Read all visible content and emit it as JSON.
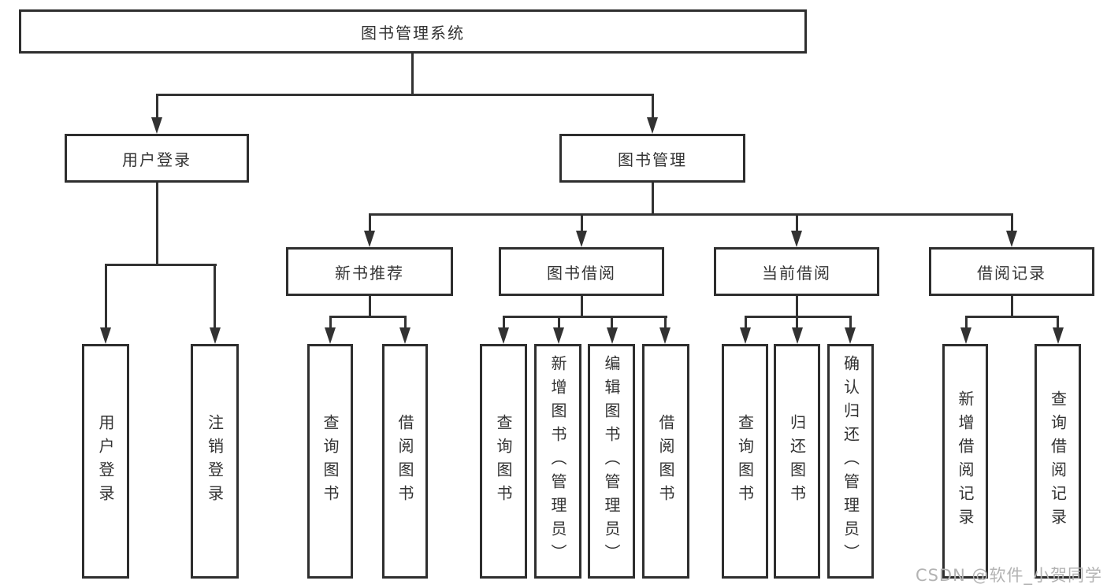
{
  "diagram_title": "图书管理系统",
  "watermark": "CSDN @软件_小贺同学",
  "colors": {
    "line": "#323232",
    "box_border": "#2e2e2e",
    "text": "#333333",
    "watermark": "#b3b3b3",
    "background": "#ffffff"
  },
  "tree": {
    "label": "图书管理系统",
    "children": [
      {
        "label": "用户登录",
        "children": [
          {
            "label": "用户登录"
          },
          {
            "label": "注销登录"
          }
        ]
      },
      {
        "label": "图书管理",
        "children": [
          {
            "label": "新书推荐",
            "children": [
              {
                "label": "查询图书"
              },
              {
                "label": "借阅图书"
              }
            ]
          },
          {
            "label": "图书借阅",
            "children": [
              {
                "label": "查询图书"
              },
              {
                "label": "新增图书（管理员）"
              },
              {
                "label": "编辑图书（管理员）"
              },
              {
                "label": "借阅图书"
              }
            ]
          },
          {
            "label": "当前借阅",
            "children": [
              {
                "label": "查询图书"
              },
              {
                "label": "归还图书"
              },
              {
                "label": "确认归还（管理员）"
              }
            ]
          },
          {
            "label": "借阅记录",
            "children": [
              {
                "label": "新增借阅记录"
              },
              {
                "label": "查询借阅记录"
              }
            ]
          }
        ]
      }
    ]
  }
}
